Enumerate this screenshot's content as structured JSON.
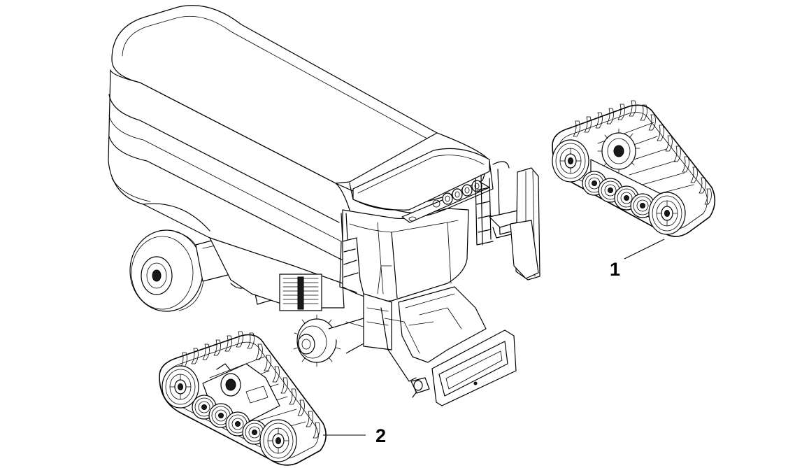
{
  "callouts": [
    {
      "id": "1",
      "label": "1",
      "target": "right-track-assembly"
    },
    {
      "id": "2",
      "label": "2",
      "target": "left-track-assembly"
    }
  ],
  "colors": {
    "ink": "#000000",
    "paper": "#ffffff"
  }
}
